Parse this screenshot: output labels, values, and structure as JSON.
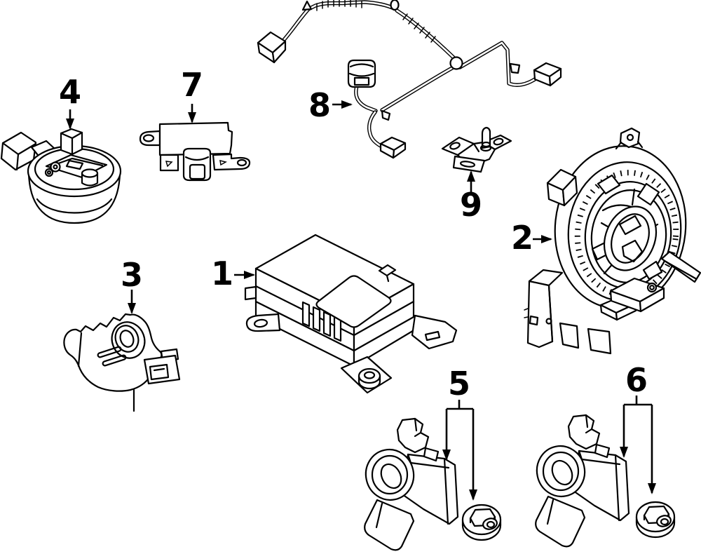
{
  "diagram": {
    "description": "Exploded black-and-white parts line diagram (vehicle airbag / SRS components) with numbered callouts and arrows",
    "background_color": "#ffffff",
    "line_color": "#000000",
    "callouts": [
      {
        "number": "1",
        "part": "airbag-control-module",
        "arrow": "right"
      },
      {
        "number": "2",
        "part": "clock-spring-coil",
        "arrow": "right"
      },
      {
        "number": "3",
        "part": "impact-sensor-bracket",
        "arrow": "down"
      },
      {
        "number": "4",
        "part": "front-impact-sensor",
        "arrow": "down"
      },
      {
        "number": "5",
        "part": "side-impact-sensor-and-nut",
        "arrow": "down-pair"
      },
      {
        "number": "6",
        "part": "side-impact-sensor-and-nut",
        "arrow": "down-pair"
      },
      {
        "number": "7",
        "part": "module-mounting-bracket",
        "arrow": "down"
      },
      {
        "number": "8",
        "part": "sensor-wiring-harness",
        "arrow": "right"
      },
      {
        "number": "9",
        "part": "sensor-mounting-bracket",
        "arrow": "up"
      }
    ]
  }
}
